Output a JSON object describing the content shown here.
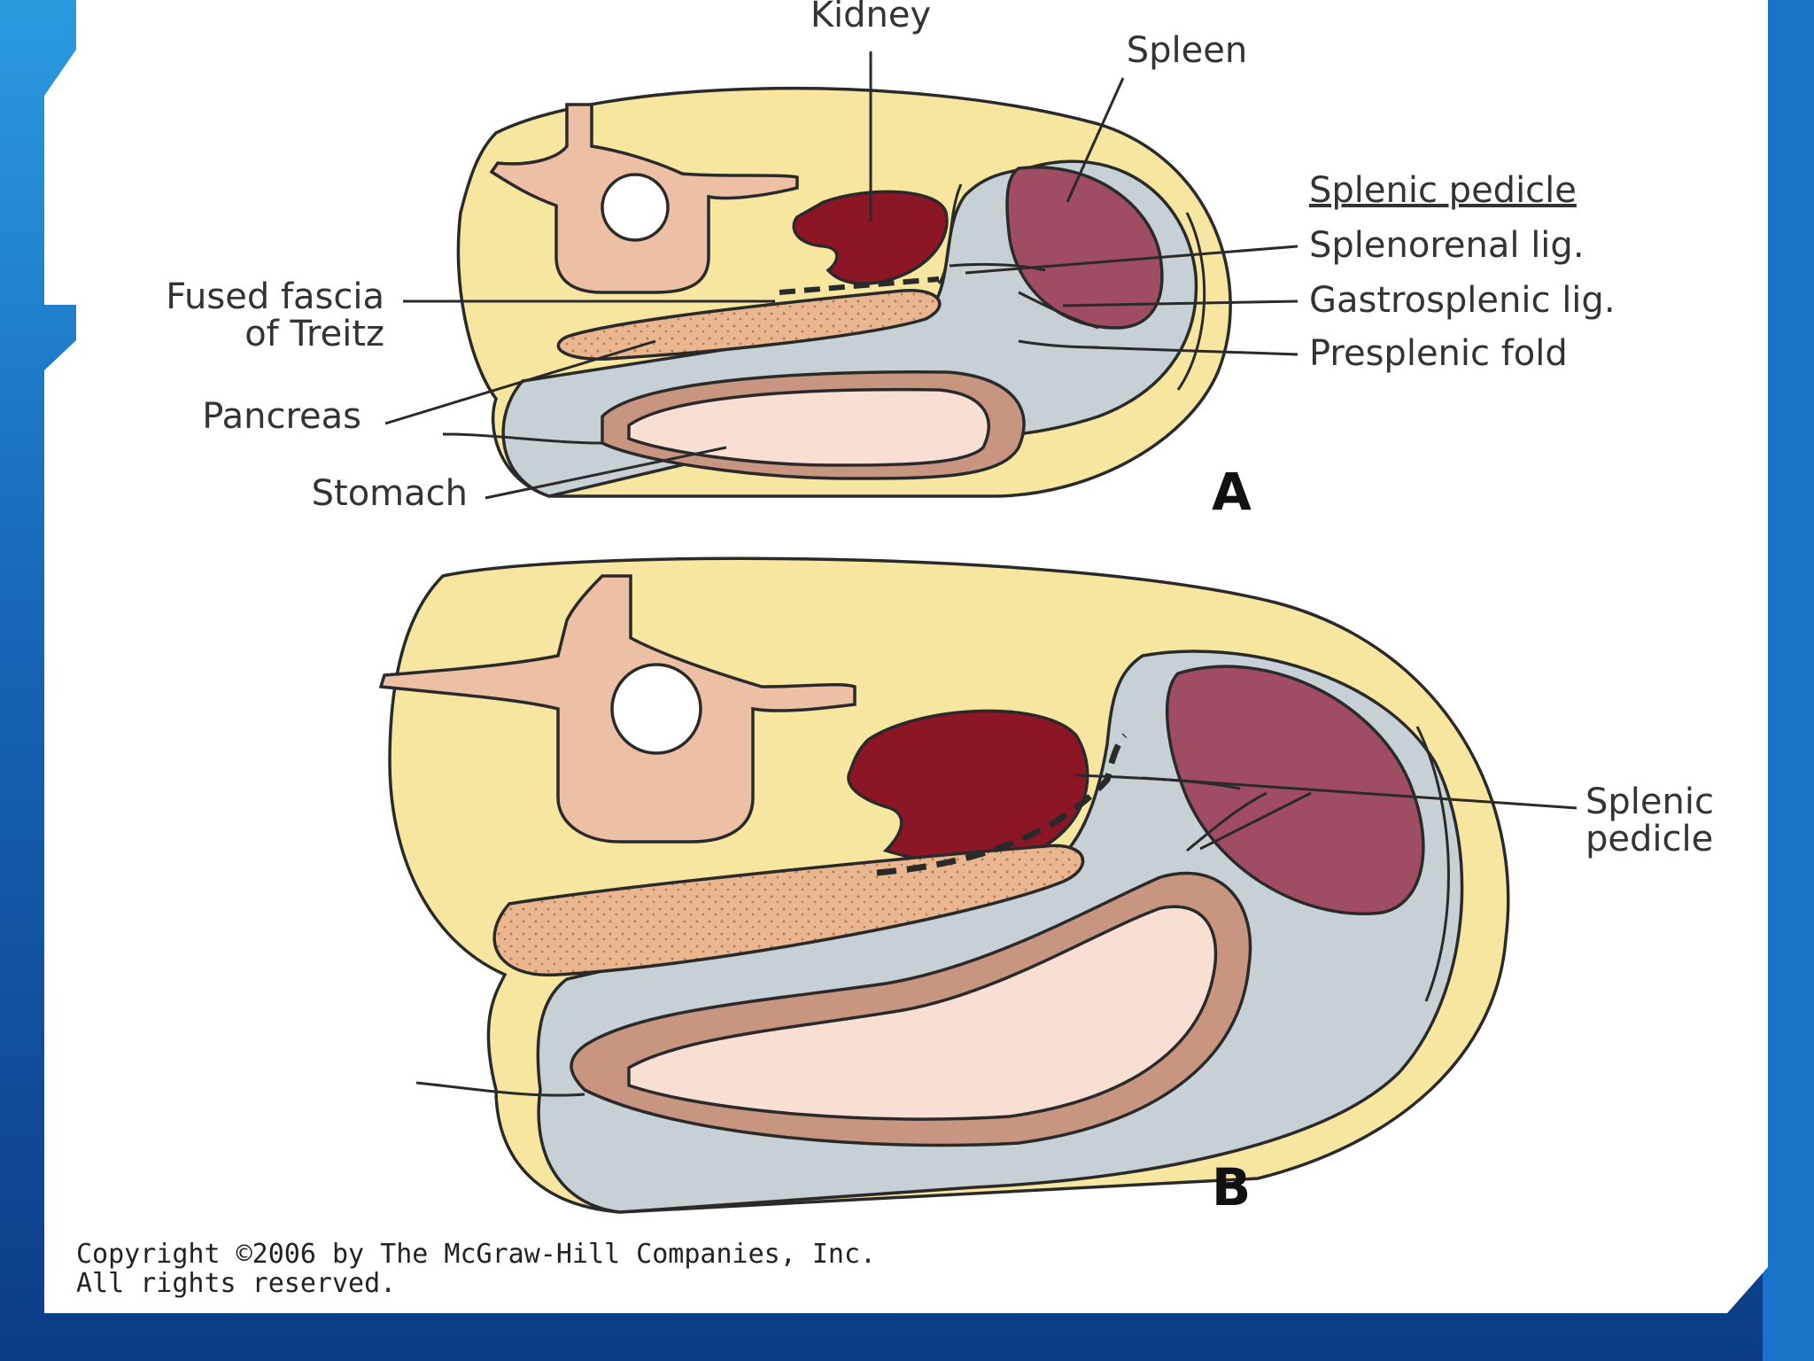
{
  "diagram": {
    "panel_a": {
      "letter": "A",
      "labels": {
        "kidney": "Kidney",
        "spleen": "Spleen",
        "splenic_pedicle_heading": "Splenic pedicle",
        "splenorenal_lig": "Splenorenal lig.",
        "gastrosplenic_lig": "Gastrosplenic lig.",
        "presplenic_fold": "Presplenic fold",
        "fused_fascia_line1": "Fused fascia",
        "fused_fascia_line2": "of Treitz",
        "pancreas": "Pancreas",
        "stomach": "Stomach"
      }
    },
    "panel_b": {
      "letter": "B",
      "labels": {
        "splenic_line1": "Splenic",
        "splenic_line2": "pedicle"
      }
    },
    "copyright": {
      "line1": "Copyright ©2006 by The McGraw-Hill Companies, Inc.",
      "line2": "All rights reserved."
    },
    "colors": {
      "slide_blue": "#1f7fd0",
      "fat_yellow": "#f6e6a0",
      "peritoneum_gray": "#c7d0d4",
      "kidney": "#8c1526",
      "spleen": "#a04d64",
      "vertebra": "#edbfa5",
      "pancreas": "#e9b68f",
      "stomach_wall": "#c89580",
      "stomach_lumen": "#f9dfd3"
    }
  }
}
